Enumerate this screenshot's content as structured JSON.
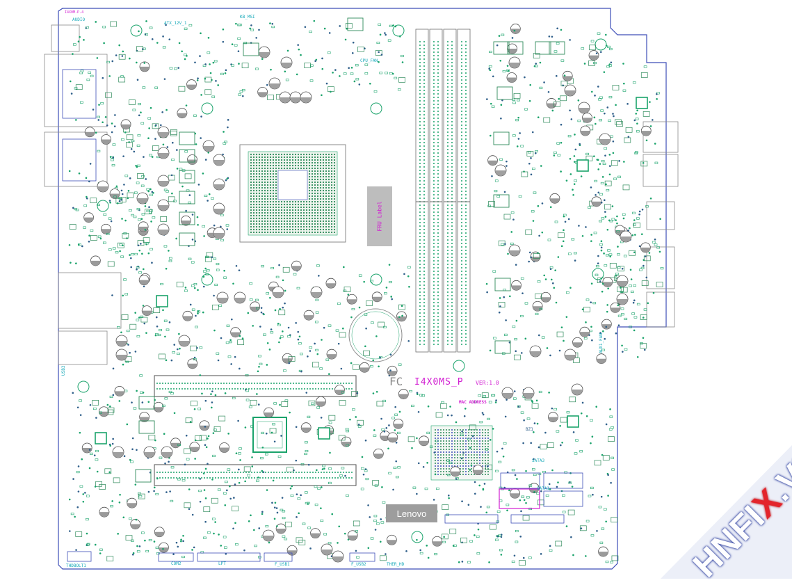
{
  "board": {
    "title": "I4X0MS_P",
    "version": "VER:1.0",
    "mac_address": "MAC ADDRESS",
    "fru_label": "FRU Label",
    "logo_text": "Lenovo",
    "revision_tag": "I4X0M-P.4",
    "cert_marks": "FC"
  },
  "connectors": {
    "audio": "AUDIO",
    "atx_12v": "ATX_12V_1",
    "kb_ms": "KB_MSI",
    "cpu_fan": "CPU_FAN",
    "aux1_fan": "AUX1_FAN",
    "sata1": "SATA1",
    "sata3": "SATA3",
    "com2": "COM2",
    "lpt": "LPT",
    "f_usb1": "F_USB1",
    "f_usb2": "F_USB2",
    "therm_hd": "THER_HD",
    "thunderbolt": "THDBOLT1",
    "bz1": "BZ1",
    "usb_lan": "USB3"
  },
  "watermark": {
    "prefix": "HNFI",
    "x": "X",
    "suffix": ".VN",
    "colors": {
      "primary": "#2c3e9e",
      "accent": "#e3242b"
    }
  },
  "colors": {
    "outline": "#3d4db7",
    "silkscreen": "#1aa36b",
    "pad": "#2f5f8a",
    "label_cyan": "#16a9b9",
    "highlight": "#d21fd2"
  }
}
